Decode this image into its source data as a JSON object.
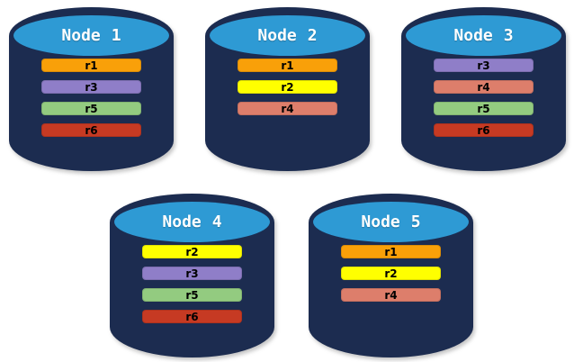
{
  "canvas": {
    "background": "#ffffff"
  },
  "palette": {
    "cylinder_body": "#1C2C50",
    "cylinder_top_face": "#2E9AD4",
    "title_text": "#ffffff",
    "replica_text": "#000000"
  },
  "replica_colors": {
    "r1": "#F9A009",
    "r2": "#FFFF00",
    "r3": "#8F7EC8",
    "r4": "#DD7E6B",
    "r5": "#93CB80",
    "r6": "#C63A23"
  },
  "nodes": [
    {
      "name": "Node",
      "number": "1",
      "replicas": [
        "r1",
        "r3",
        "r5",
        "r6"
      ]
    },
    {
      "name": "Node",
      "number": "2",
      "replicas": [
        "r1",
        "r2",
        "r4"
      ]
    },
    {
      "name": "Node",
      "number": "3",
      "replicas": [
        "r3",
        "r4",
        "r5",
        "r6"
      ]
    },
    {
      "name": "Node",
      "number": "4",
      "replicas": [
        "r2",
        "r3",
        "r5",
        "r6"
      ]
    },
    {
      "name": "Node",
      "number": "5",
      "replicas": [
        "r1",
        "r2",
        "r4"
      ]
    }
  ]
}
